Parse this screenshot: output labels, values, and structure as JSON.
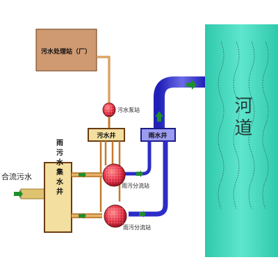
{
  "labels": {
    "treatment_plant": "污水处理站（厂）",
    "sewage_pump_station": "污水泵站",
    "sewage_well": "污水井",
    "rain_well": "雨水井",
    "river": "河道",
    "combined_sewage": "合流污水",
    "collection_well": "雨污水集水井",
    "diversion_station_upper": "雨污分流站",
    "diversion_station_lower": "雨污分流站"
  },
  "colors": {
    "river": "#3fd3b4",
    "treatment_box": "#cf9a72",
    "collection_box": "#f3df9f",
    "well_box_border": "#6b3b12",
    "sewage_pipe": "#c47a2a",
    "rain_pipe": "#2c2cc8",
    "flow_arrow": "#1f8f2d",
    "station": "#e8344d"
  },
  "icons": [
    "flow-arrow-icon",
    "sewage-pump-icon",
    "diversion-pump-icon",
    "wave-icon"
  ]
}
